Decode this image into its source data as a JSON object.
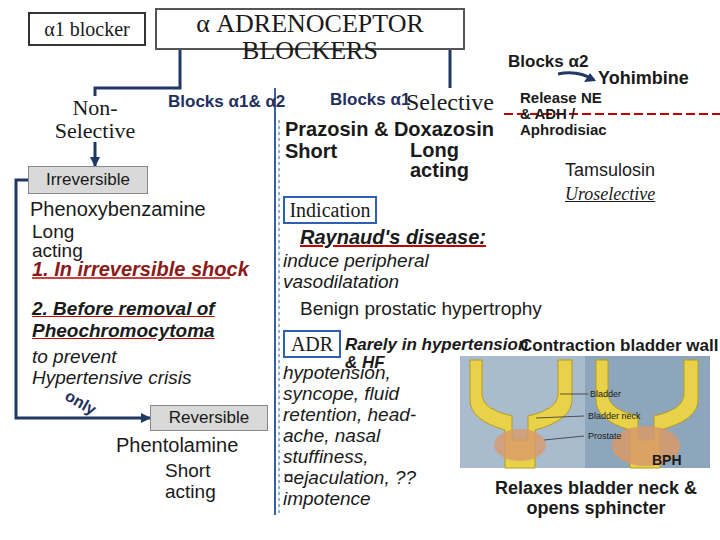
{
  "diagram": {
    "nodes": [
      {
        "text": [
          "α1 blocker"
        ]
      },
      {
        "text": [
          "α ADRENOCEPTOR BLOCKERS"
        ]
      },
      {
        "text": [
          "Non-Selective"
        ]
      },
      {
        "text": [
          "Selective"
        ]
      },
      {
        "text": [
          "Irreversible"
        ]
      },
      {
        "text": [
          "Reversible"
        ]
      },
      {
        "text": [
          "Indication"
        ]
      },
      {
        "text": [
          "ADR"
        ]
      }
    ],
    "edges": [
      {
        "from": 1,
        "to": 2,
        "label": "Blocks α1& α2",
        "arrow": "none"
      },
      {
        "from": 1,
        "to": 3,
        "label": "Blocks α1",
        "arrow": "none"
      },
      {
        "from": 2,
        "to": 4,
        "arrow": "to"
      },
      {
        "from": 4,
        "to": 5,
        "label": "only",
        "arrow": "to"
      }
    ],
    "labels": [
      "Blocks α2",
      "Yohimbine",
      "Release NE & ADH / Aphrodisiac",
      "Prazosin & Doxazosin",
      "Short",
      "Long acting",
      "Tamsulosin",
      "Uroselective",
      "Phenoxybenzamine",
      "Long acting",
      "1. In irreversible shock",
      "2. Before removal of Pheochromocytoma",
      "to prevent Hypertensive crisis",
      "Raynaud's disease:",
      "induce peripheral vasodilatation",
      "Benign prostatic hypertrophy",
      "Rarely in hypertension & HF",
      "Contraction bladder wall",
      "hypotension, syncope, fluid retention, head-ache, nasal stuffiness, ¤ejaculation, ?? impotence",
      "Phentolamine",
      "Short acting",
      "Bladder",
      "Bladder neck",
      "Prostate",
      "BPH",
      "Relaxes bladder neck & opens sphincter"
    ]
  }
}
